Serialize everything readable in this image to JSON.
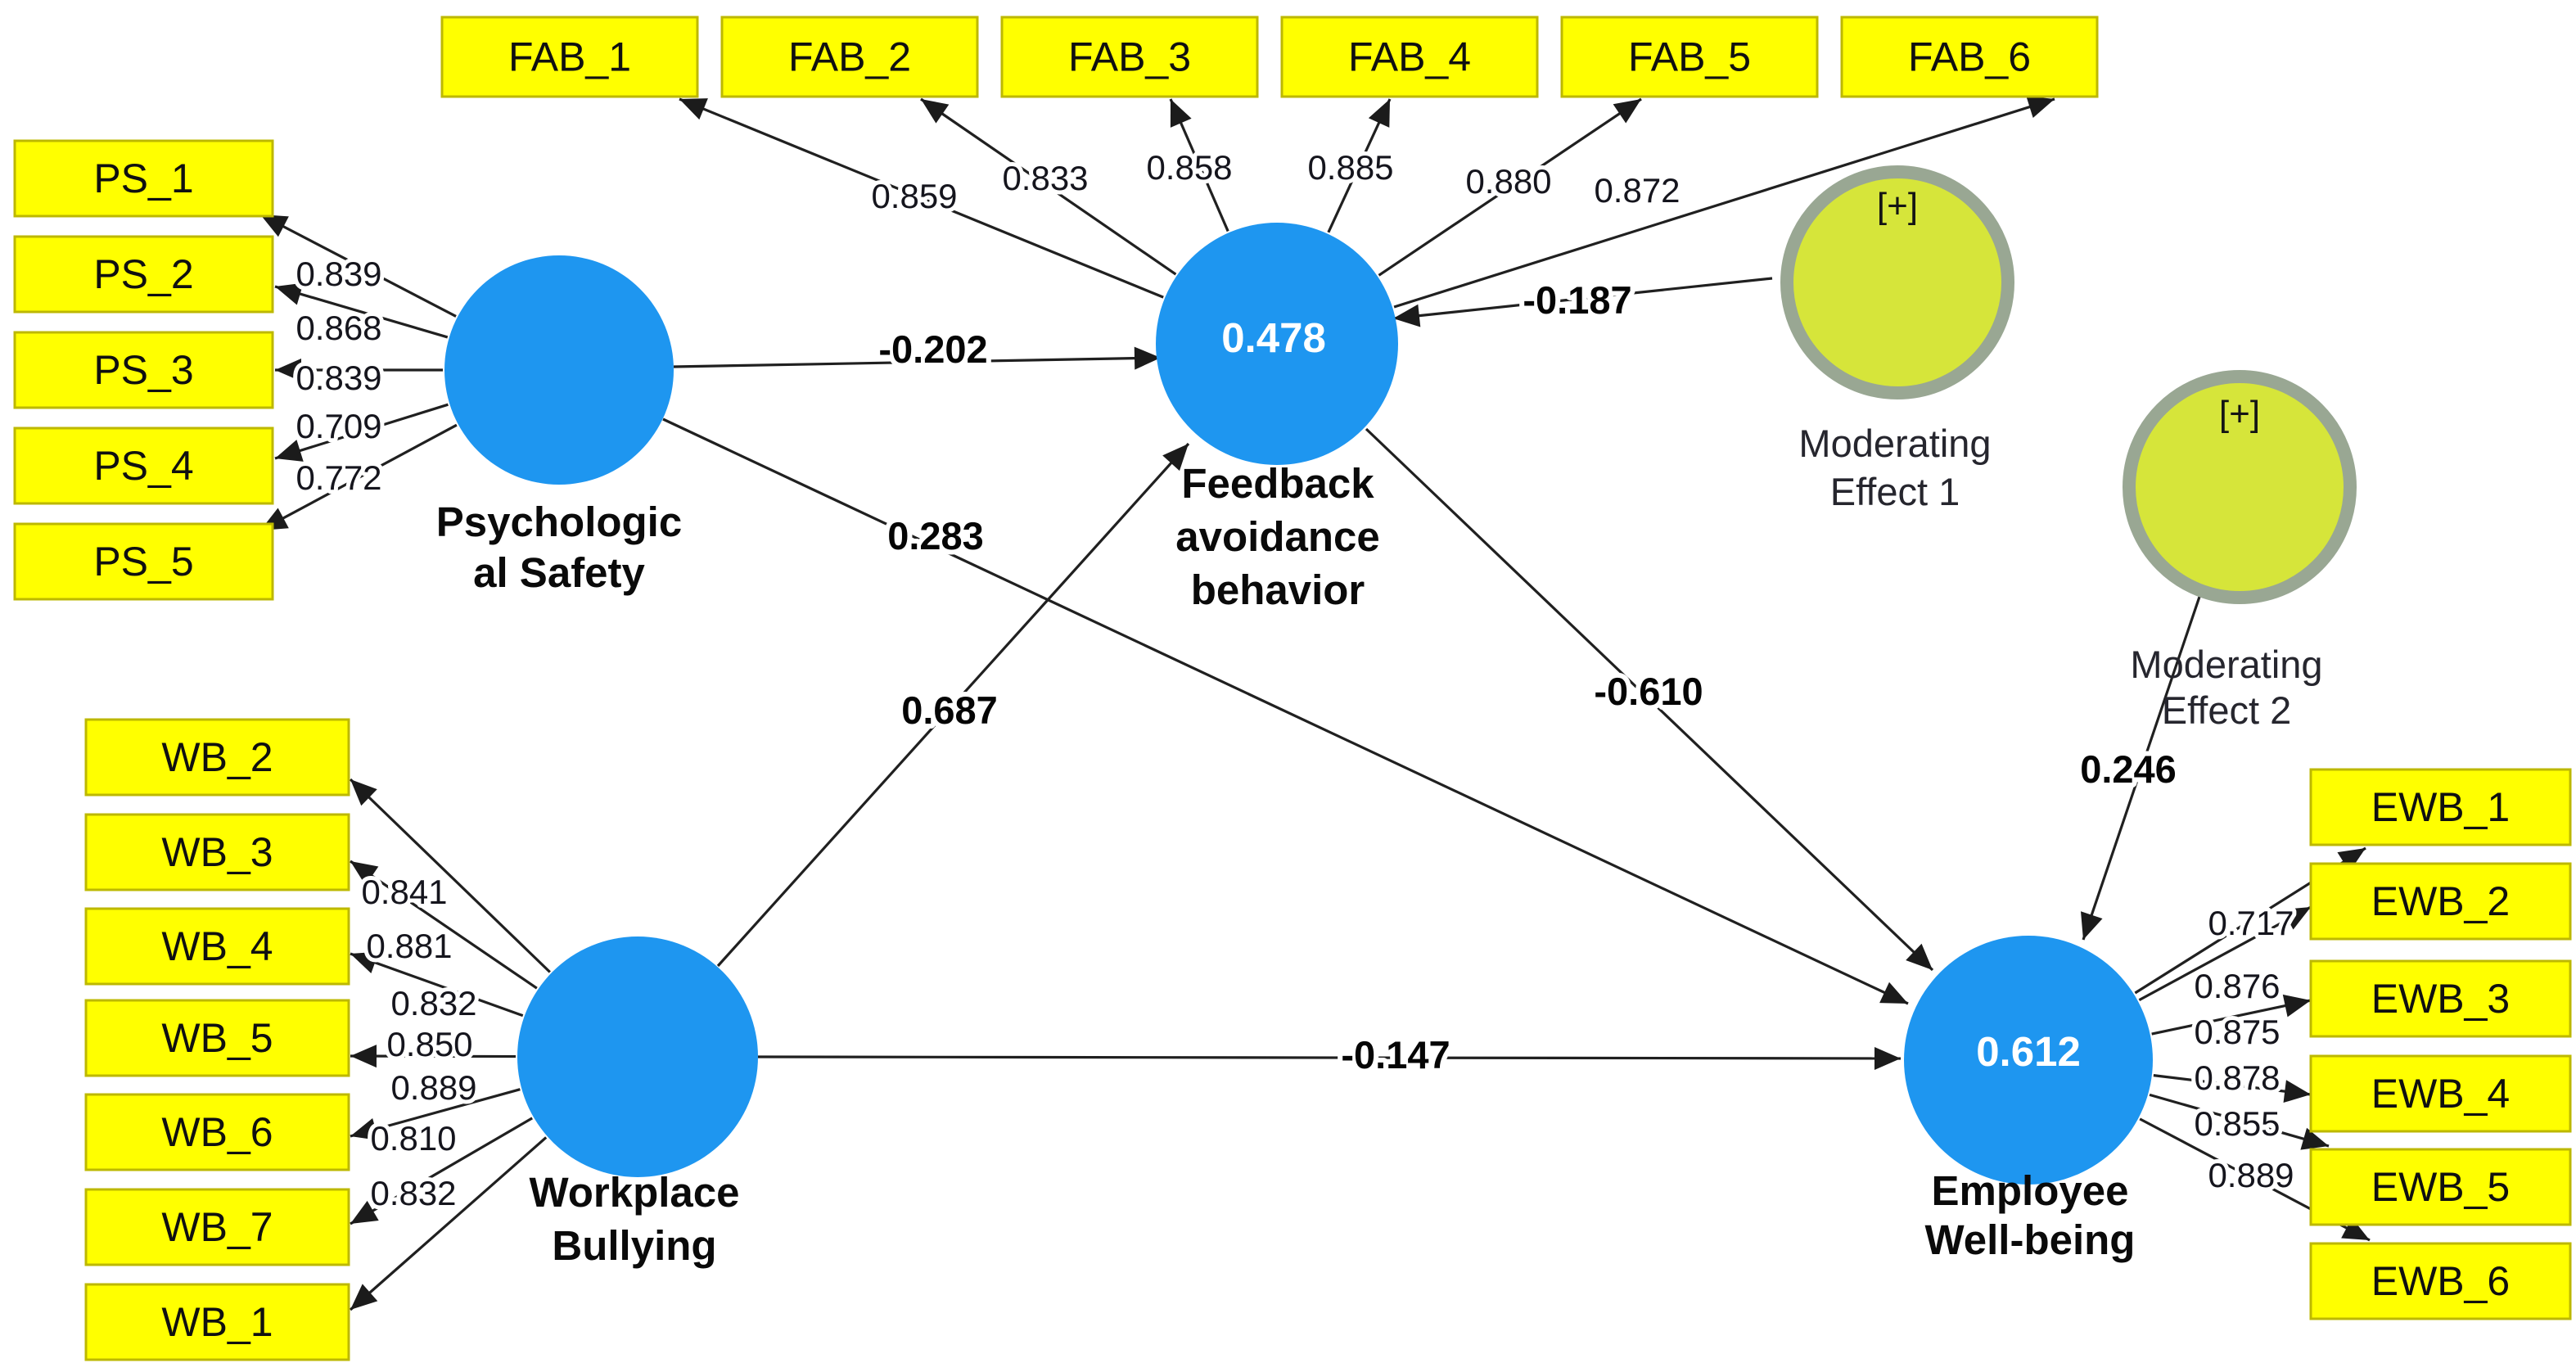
{
  "title": "PLS-SEM path model: Workplace Bullying, Psychological Safety, Feedback Avoidance Behavior and Employee Well-being",
  "colors": {
    "construct_fill": "#1E96F0",
    "construct_value_text": "#FFFFFF",
    "indicator_fill": "#FFFF00",
    "indicator_border": "#BDB800",
    "moderator_fill": "#D6E53A",
    "moderator_border": "#99A793",
    "edge_color": "#202020"
  },
  "constructs": {
    "PS": {
      "label": "Psychological Safety",
      "label_lines": [
        "Psychologic",
        "al Safety"
      ],
      "value": "",
      "indicators": [
        {
          "name": "PS_1",
          "loading": "0.839"
        },
        {
          "name": "PS_2",
          "loading": "0.868"
        },
        {
          "name": "PS_3",
          "loading": "0.839"
        },
        {
          "name": "PS_4",
          "loading": "0.709"
        },
        {
          "name": "PS_5",
          "loading": "0.772"
        }
      ]
    },
    "FAB": {
      "label": "Feedback avoidance behavior",
      "label_lines": [
        "Feedback",
        "avoidance",
        "behavior"
      ],
      "value": "0.478",
      "indicators": [
        {
          "name": "FAB_1",
          "loading": "0.859"
        },
        {
          "name": "FAB_2",
          "loading": "0.833"
        },
        {
          "name": "FAB_3",
          "loading": "0.858"
        },
        {
          "name": "FAB_4",
          "loading": "0.885"
        },
        {
          "name": "FAB_5",
          "loading": "0.880"
        },
        {
          "name": "FAB_6",
          "loading": "0.872"
        }
      ]
    },
    "WB": {
      "label": "Workplace Bullying",
      "label_lines": [
        "Workplace",
        "Bullying"
      ],
      "value": "",
      "indicators": [
        {
          "name": "WB_2",
          "loading": "0.841"
        },
        {
          "name": "WB_3",
          "loading": "0.881"
        },
        {
          "name": "WB_4",
          "loading": "0.832"
        },
        {
          "name": "WB_5",
          "loading": "0.850"
        },
        {
          "name": "WB_6",
          "loading": "0.889"
        },
        {
          "name": "WB_7",
          "loading": "0.810"
        },
        {
          "name": "WB_1",
          "loading": "0.832"
        }
      ]
    },
    "EWB": {
      "label": "Employee Well-being",
      "label_lines": [
        "Employee",
        "Well-being"
      ],
      "value": "0.612",
      "indicators": [
        {
          "name": "EWB_1",
          "loading": "0.717"
        },
        {
          "name": "EWB_2",
          "loading": "0.876"
        },
        {
          "name": "EWB_3",
          "loading": "0.875"
        },
        {
          "name": "EWB_4",
          "loading": "0.878"
        },
        {
          "name": "EWB_5",
          "loading": "0.855"
        },
        {
          "name": "EWB_6",
          "loading": "0.889"
        }
      ]
    }
  },
  "moderators": {
    "ME1": {
      "label_lines": [
        "Moderating",
        "Effect 1"
      ],
      "symbol": "[+]"
    },
    "ME2": {
      "label_lines": [
        "Moderating",
        "Effect 2"
      ],
      "symbol": "[+]"
    }
  },
  "paths": [
    {
      "from": "Psychological Safety",
      "to": "Feedback avoidance behavior",
      "coefficient": "-0.202"
    },
    {
      "from": "Psychological Safety",
      "to": "Employee Well-being",
      "coefficient": "0.283"
    },
    {
      "from": "Workplace Bullying",
      "to": "Feedback avoidance behavior",
      "coefficient": "0.687"
    },
    {
      "from": "Workplace Bullying",
      "to": "Employee Well-being",
      "coefficient": "-0.147"
    },
    {
      "from": "Feedback avoidance behavior",
      "to": "Employee Well-being",
      "coefficient": "-0.610"
    },
    {
      "from": "Moderating Effect 1",
      "to": "Feedback avoidance behavior",
      "coefficient": "-0.187"
    },
    {
      "from": "Moderating Effect 2",
      "to": "Employee Well-being",
      "coefficient": "0.246"
    }
  ]
}
